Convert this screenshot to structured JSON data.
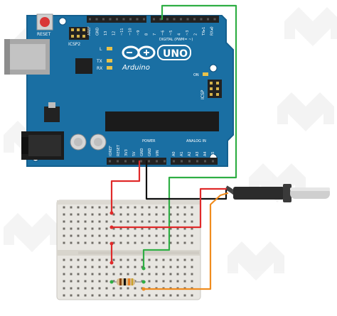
{
  "board": {
    "reset_label": "RESET",
    "icsp2_label": "ICSP2",
    "l_label": "L",
    "tx_label": "TX",
    "rx_label": "RX",
    "logo_text": "Arduino",
    "model_text": "UNO",
    "icsp_label": "ICSP",
    "on_label": "ON",
    "digital_label": "DIGITAL (PWM= ~)",
    "power_label": "POWER",
    "analog_label": "ANALOG IN",
    "top_header_labels": [
      "AREF",
      "GND",
      "13",
      "12",
      "~11",
      "~10",
      "~9",
      "8",
      "7",
      "~6",
      "~5",
      "4",
      "~3",
      "2",
      "TX▸1",
      "RX◂0"
    ],
    "power_header_labels": [
      "IOREF",
      "RESET",
      "3V3",
      "5V",
      "GND",
      "GND",
      "VIN"
    ],
    "analog_header_labels": [
      "A0",
      "A1",
      "A2",
      "A3",
      "A4",
      "A5"
    ]
  },
  "colors": {
    "board": "#1a6fa3",
    "board_edge": "#15608f",
    "wire_red": "#e02a2a",
    "wire_black": "#111111",
    "wire_green": "#2fae44",
    "wire_orange": "#f08c1e",
    "breadboard": "#e8e6e1",
    "sensor_body": "#2b2b2b",
    "sensor_probe": "#cfcfcf"
  },
  "components": {
    "sensor": "temperature-probe-ds18b20",
    "resistor": "pull-up-resistor"
  }
}
